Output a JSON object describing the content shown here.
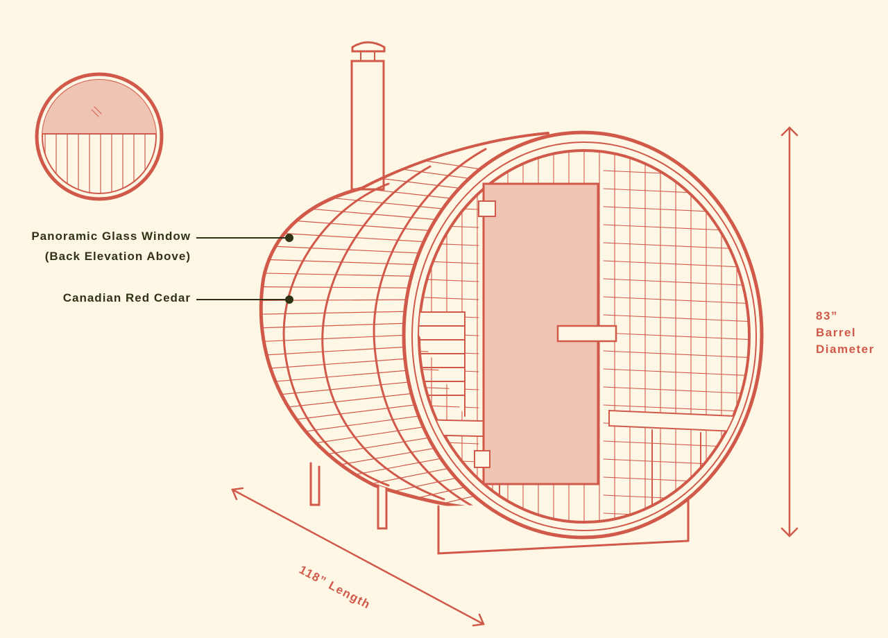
{
  "colors": {
    "background": "#fef7e6",
    "line": "#d0594a",
    "glass": "#efc4b2",
    "label_text": "#2f3314"
  },
  "callouts": [
    {
      "line1": "Panoramic Glass Window",
      "line2": "(Back Elevation Above)"
    },
    {
      "line1": "Canadian Red Cedar"
    }
  ],
  "dimensions": {
    "diameter": {
      "value": "83”",
      "line1": "Barrel",
      "line2": "Diameter"
    },
    "length": "118” Length"
  }
}
